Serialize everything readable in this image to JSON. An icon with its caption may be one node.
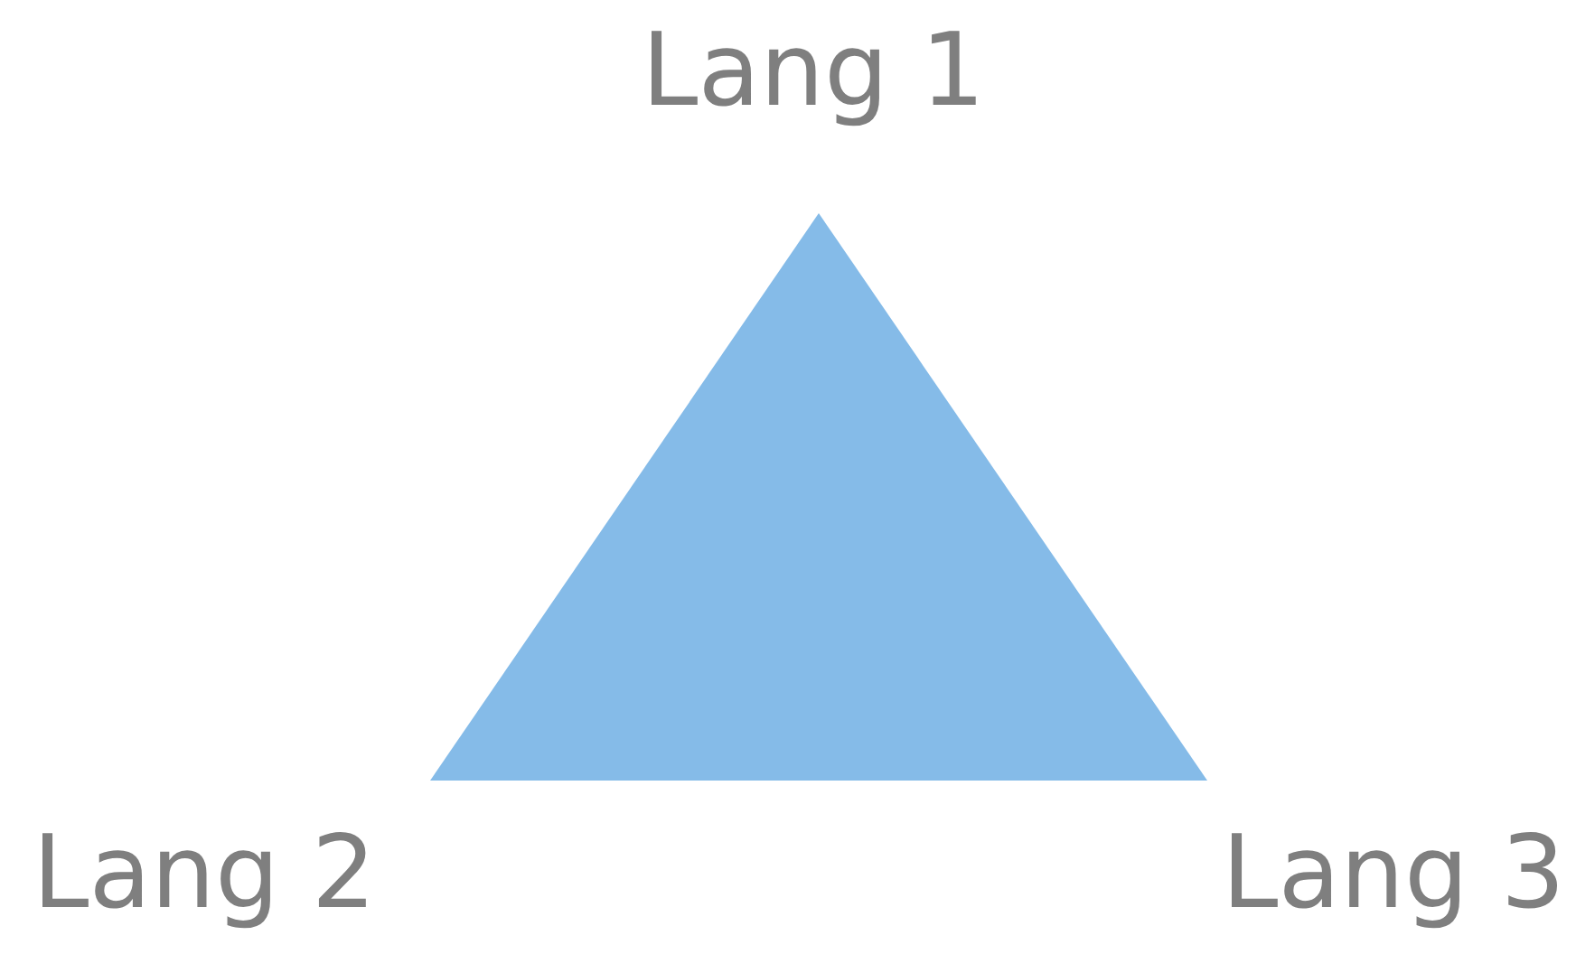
{
  "diagram": {
    "nodes": [
      {
        "text": [],
        "shape": "triangle"
      }
    ],
    "labels": [
      "Lang 1",
      "Lang 2",
      "Lang 3"
    ]
  }
}
